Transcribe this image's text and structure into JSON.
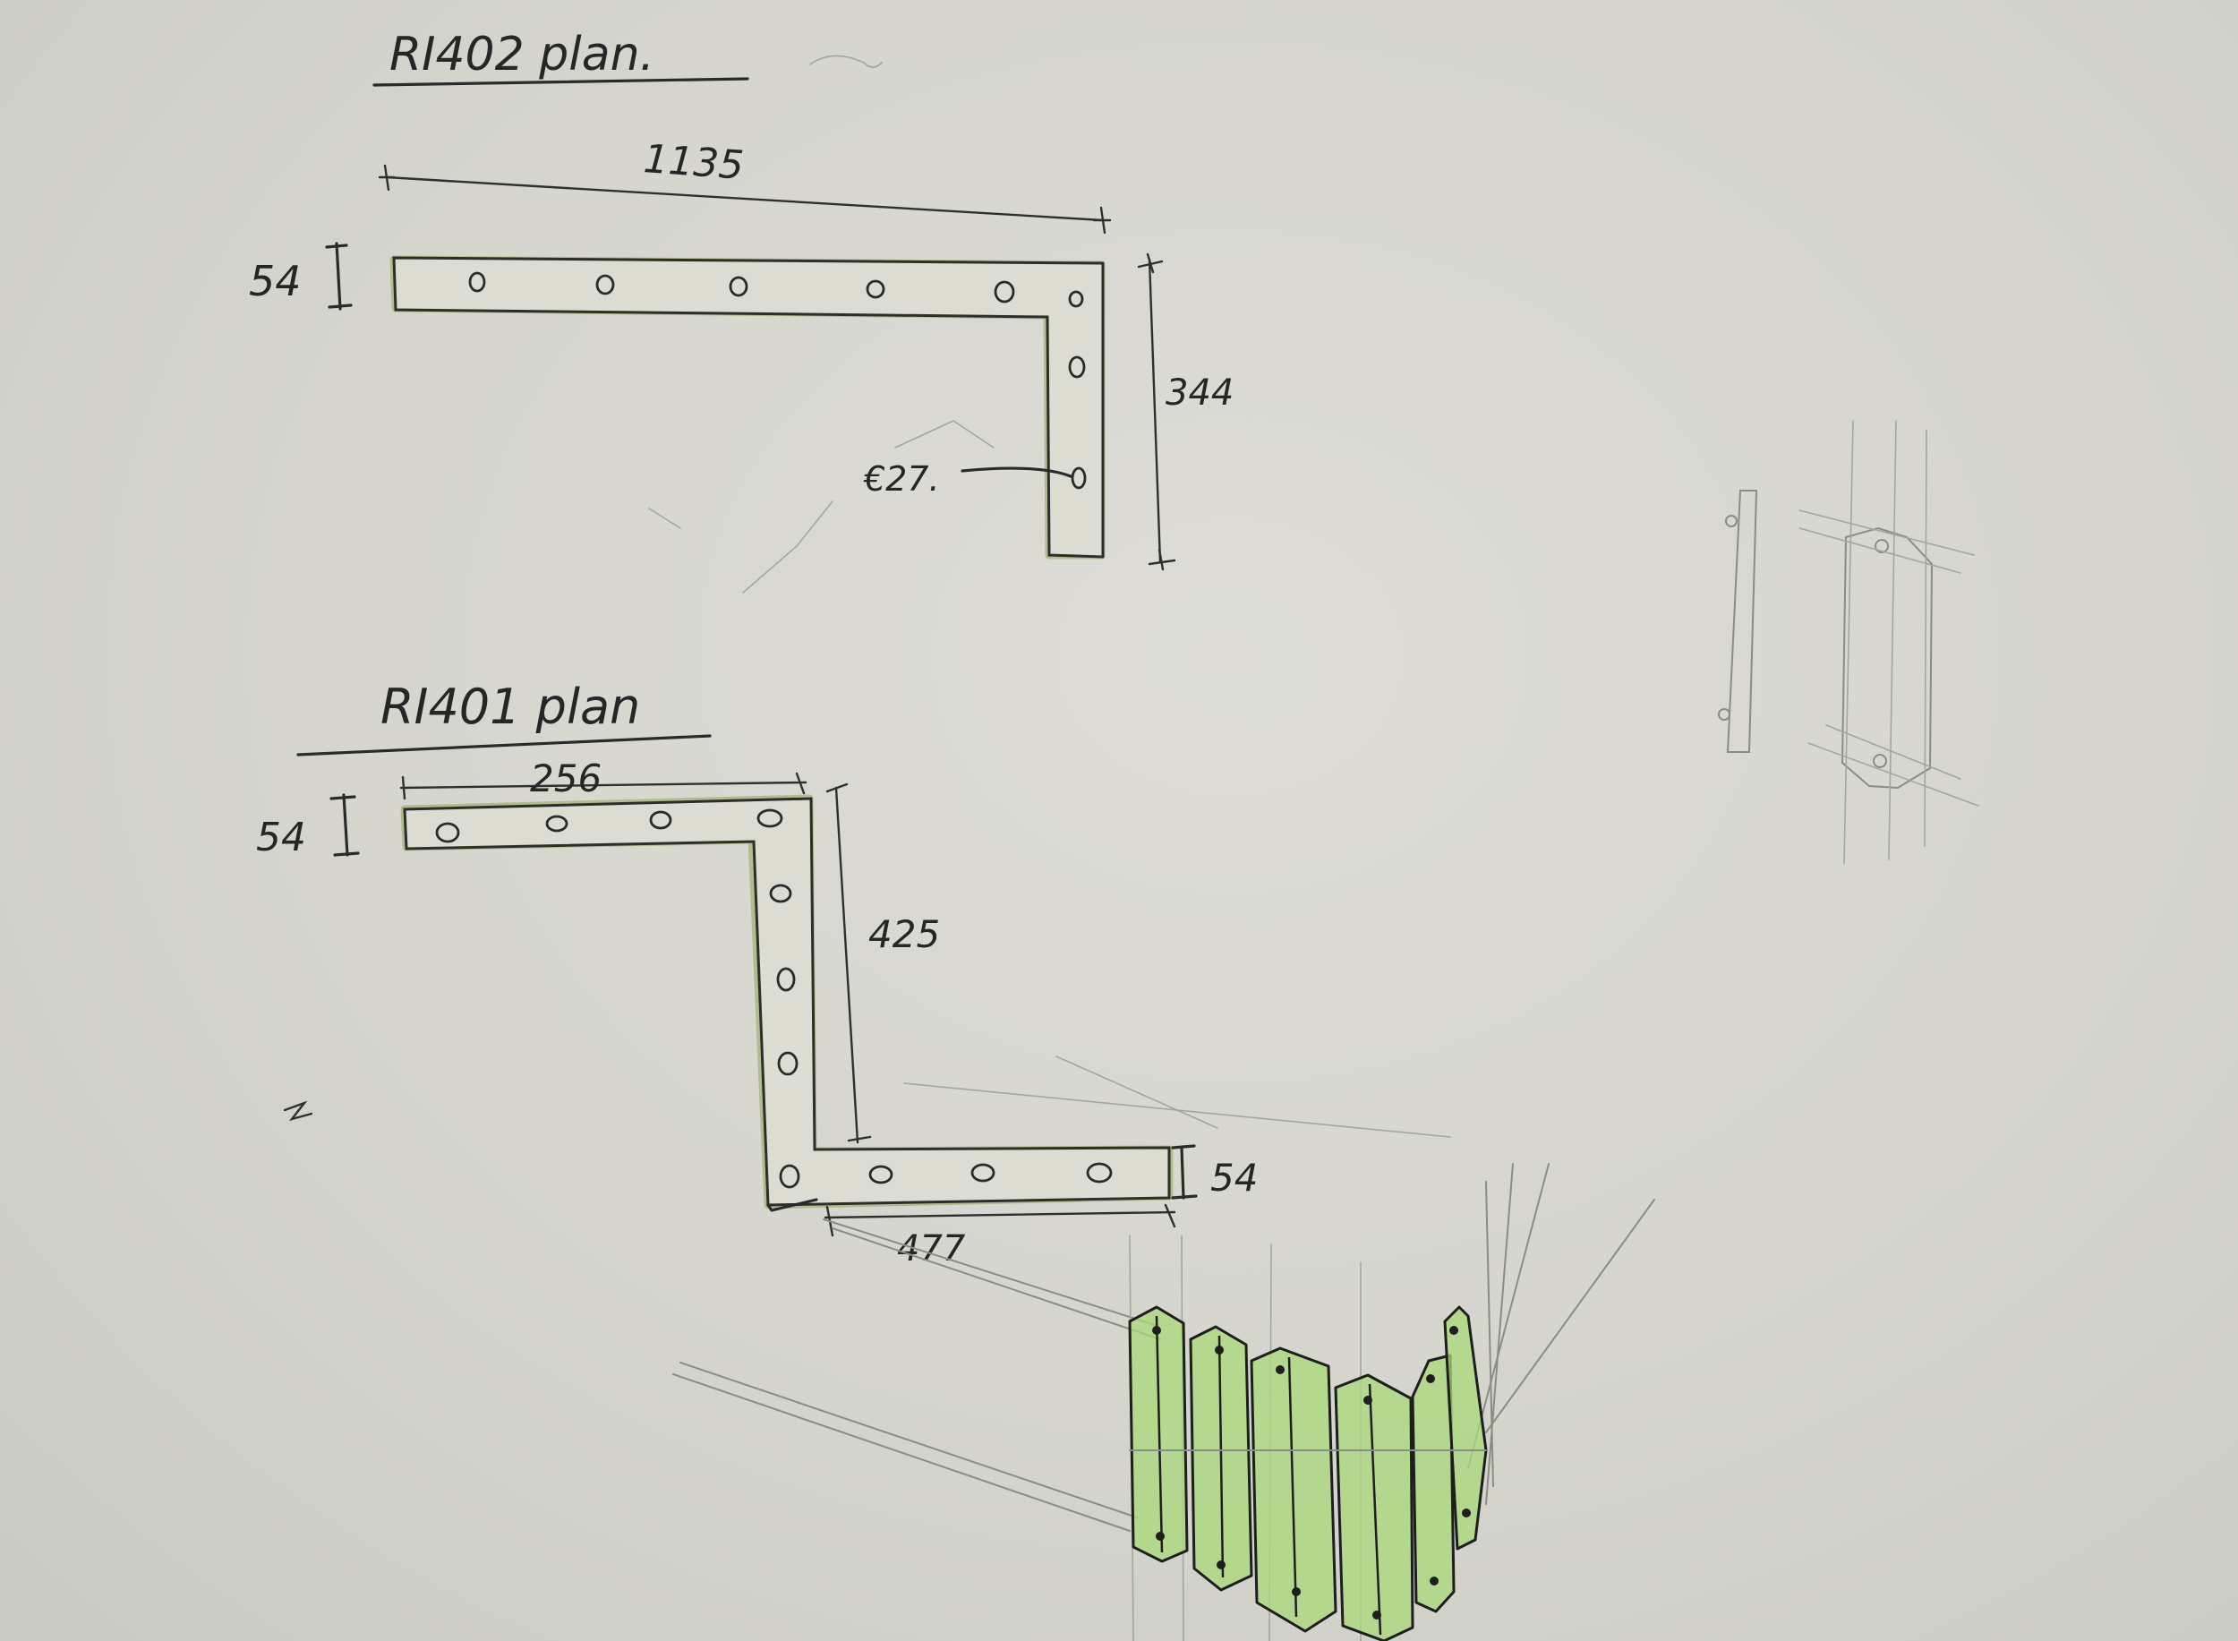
{
  "drawing": {
    "ri402": {
      "title": "RI402 plan.",
      "dim_length": "1135",
      "dim_width": "54",
      "dim_height": "344",
      "hole_label": "€27."
    },
    "ri401": {
      "title": "RI401 plan",
      "dim_top_length": "256",
      "dim_width_top": "54",
      "dim_vertical": "425",
      "dim_width_bottom": "54",
      "dim_bottom_length": "477"
    },
    "colors": {
      "paper": "#d6d6cf",
      "ink": "#2a2a2a",
      "green_highlight": "#8fa85a",
      "panel_green": "#a9d87a"
    }
  }
}
